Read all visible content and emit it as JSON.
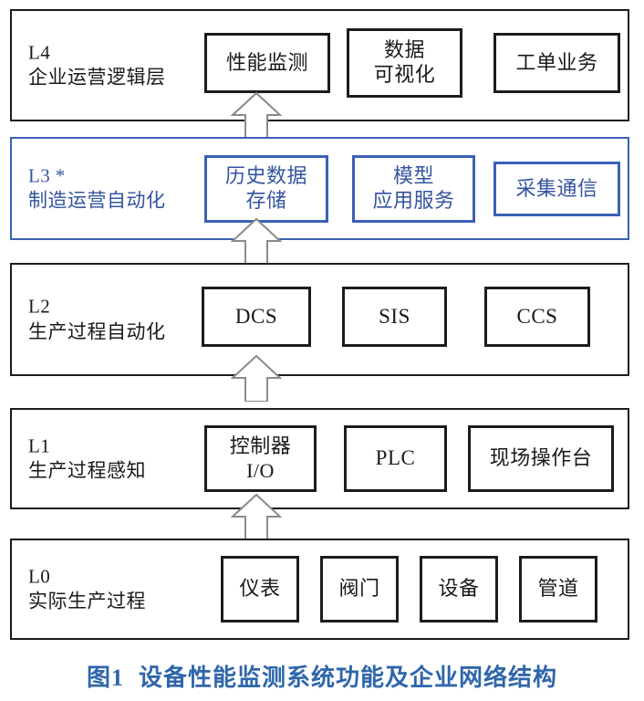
{
  "figure": {
    "caption_number": "图1",
    "caption_text": "设备性能监测系统功能及企业网络结构",
    "caption_color": "#2f66ab",
    "default_border_color": "#1c1c1c",
    "highlight_border_color": "#3b60b5",
    "highlight_text_color": "#34549f",
    "background_color": "#ffffff"
  },
  "layers": [
    {
      "code": "L4",
      "name": "企业运营逻辑层",
      "highlighted": false,
      "nodes": [
        {
          "lines": [
            "性能监测"
          ]
        },
        {
          "lines": [
            "数据",
            "可视化"
          ]
        },
        {
          "lines": [
            "工单业务"
          ]
        }
      ]
    },
    {
      "code": "L3 *",
      "name": "制造运营自动化",
      "highlighted": true,
      "nodes": [
        {
          "lines": [
            "历史数据",
            "存储"
          ]
        },
        {
          "lines": [
            "模型",
            "应用服务"
          ]
        },
        {
          "lines": [
            "采集通信"
          ]
        }
      ]
    },
    {
      "code": "L2",
      "name": "生产过程自动化",
      "highlighted": false,
      "nodes": [
        {
          "lines": [
            "DCS"
          ]
        },
        {
          "lines": [
            "SIS"
          ]
        },
        {
          "lines": [
            "CCS"
          ]
        }
      ]
    },
    {
      "code": "L1",
      "name": "生产过程感知",
      "highlighted": false,
      "nodes": [
        {
          "lines": [
            "控制器",
            "I/O"
          ]
        },
        {
          "lines": [
            "PLC"
          ]
        },
        {
          "lines": [
            "现场操作台"
          ]
        }
      ]
    },
    {
      "code": "L0",
      "name": "实际生产过程",
      "highlighted": false,
      "nodes": [
        {
          "lines": [
            "仪表"
          ]
        },
        {
          "lines": [
            "阀门"
          ]
        },
        {
          "lines": [
            "设备"
          ]
        },
        {
          "lines": [
            "管道"
          ]
        }
      ]
    }
  ],
  "connectors": [
    {
      "from": "L3",
      "to": "L4",
      "direction": "up"
    },
    {
      "from": "L2",
      "to": "L3",
      "direction": "up"
    },
    {
      "from": "L1",
      "to": "L2",
      "direction": "up"
    },
    {
      "from": "L0",
      "to": "L1",
      "direction": "up"
    }
  ]
}
